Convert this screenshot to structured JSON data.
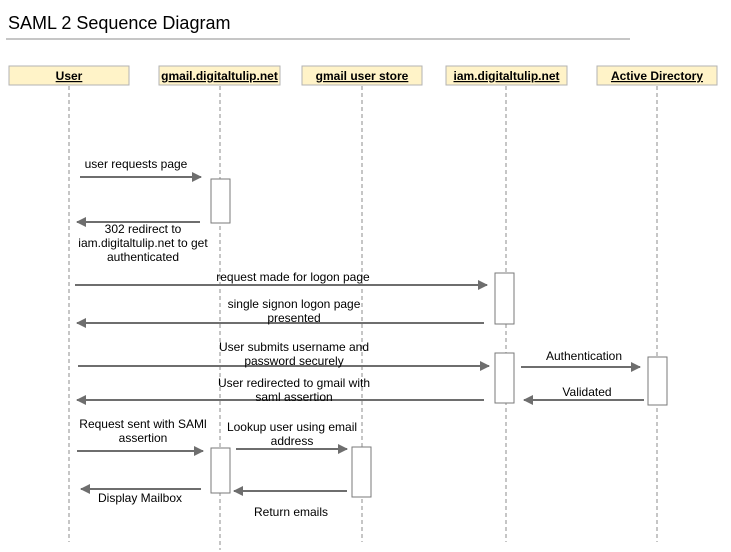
{
  "title": "SAML 2 Sequence Diagram",
  "colors": {
    "actor_fill": "#FFF3C8",
    "actor_stroke": "#B3B3B3",
    "lifeline": "#8C8C8C",
    "arrow": "#6E6E6E",
    "activation_stroke": "#7A7A7A",
    "title_rule": "#8C8C8C"
  },
  "actors": [
    {
      "id": "user",
      "label": "User"
    },
    {
      "id": "gmail",
      "label": "gmail.digitaltulip.net"
    },
    {
      "id": "store",
      "label": "gmail user store"
    },
    {
      "id": "iam",
      "label": "iam.digitaltulip.net"
    },
    {
      "id": "ad",
      "label": "Active Directory"
    }
  ],
  "messages": [
    {
      "from": "user",
      "to": "gmail",
      "lines": [
        "user requests page"
      ]
    },
    {
      "from": "gmail",
      "to": "user",
      "lines": [
        "302 redirect to",
        "iam.digitaltulip.net to get",
        "authenticated"
      ]
    },
    {
      "from": "user",
      "to": "iam",
      "lines": [
        "request made for logon page"
      ]
    },
    {
      "from": "iam",
      "to": "user",
      "lines": [
        "single signon logon page",
        "presented"
      ]
    },
    {
      "from": "user",
      "to": "iam",
      "lines": [
        "User submits username and",
        "password securely"
      ]
    },
    {
      "from": "iam",
      "to": "ad",
      "lines": [
        "Authentication"
      ]
    },
    {
      "from": "ad",
      "to": "iam",
      "lines": [
        "Validated"
      ]
    },
    {
      "from": "iam",
      "to": "user",
      "lines": [
        "User redirected to gmail with",
        "saml assertion"
      ]
    },
    {
      "from": "user",
      "to": "gmail",
      "lines": [
        "Request sent with SAMl",
        "assertion"
      ]
    },
    {
      "from": "gmail",
      "to": "store",
      "lines": [
        "Lookup user using email",
        "address"
      ]
    },
    {
      "from": "store",
      "to": "gmail",
      "lines": [
        "Return emails"
      ]
    },
    {
      "from": "gmail",
      "to": "user",
      "lines": [
        "Display Mailbox"
      ]
    }
  ]
}
